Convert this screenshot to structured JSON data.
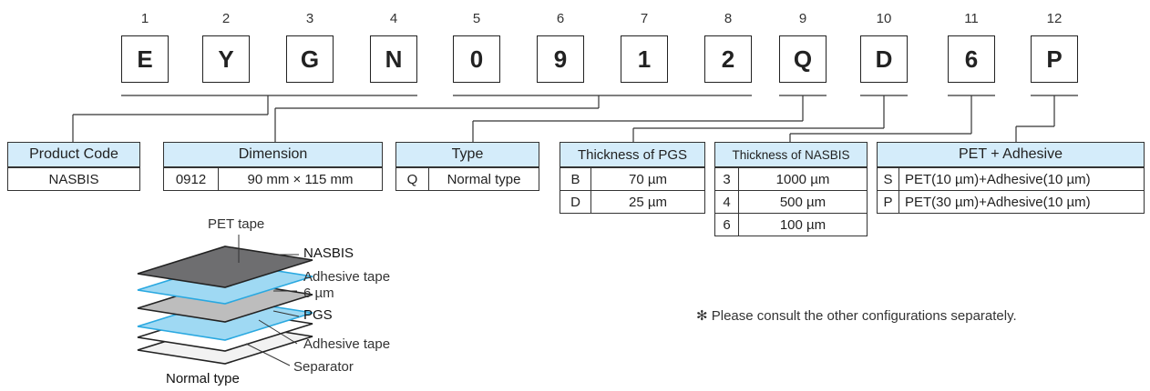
{
  "positions": [
    "1",
    "2",
    "3",
    "4",
    "5",
    "6",
    "7",
    "8",
    "9",
    "10",
    "11",
    "12"
  ],
  "code_chars": [
    "E",
    "Y",
    "G",
    "N",
    "0",
    "9",
    "1",
    "2",
    "Q",
    "D",
    "6",
    "P"
  ],
  "product_code": {
    "header": "Product Code",
    "value": "NASBIS"
  },
  "dimension": {
    "header": "Dimension",
    "code": "0912",
    "value": "90 mm × 115 mm"
  },
  "type": {
    "header": "Type",
    "code": "Q",
    "value": "Normal type"
  },
  "thickness_pgs": {
    "header": "Thickness of PGS",
    "rows": [
      {
        "code": "B",
        "value": "70 µm"
      },
      {
        "code": "D",
        "value": "25 µm"
      }
    ]
  },
  "thickness_nasbis": {
    "header": "Thickness of NASBIS",
    "rows": [
      {
        "code": "3",
        "value": "1000 µm"
      },
      {
        "code": "4",
        "value": "500 µm"
      },
      {
        "code": "6",
        "value": "100 µm"
      }
    ]
  },
  "pet_adhesive": {
    "header": "PET + Adhesive",
    "rows": [
      {
        "code": "S",
        "value": "PET(10 µm)+Adhesive(10 µm)"
      },
      {
        "code": "P",
        "value": "PET(30 µm)+Adhesive(10 µm)"
      }
    ]
  },
  "layers": {
    "pet_tape": "PET tape",
    "nasbis": "NASBIS",
    "adhesive_top_line1": "Adhesive tape",
    "adhesive_top_line2": "6 µm",
    "pgs": "PGS",
    "adhesive_bottom": "Adhesive tape",
    "separator": "Separator",
    "caption": "Normal type"
  },
  "note": "✻ Please consult the other configurations separately.",
  "colors": {
    "header_fill": "#d4ecfa",
    "adhesive_blue": "#29a8e0",
    "pet_gray": "#6e6e70",
    "pgs_gray": "#bdbdbd"
  }
}
